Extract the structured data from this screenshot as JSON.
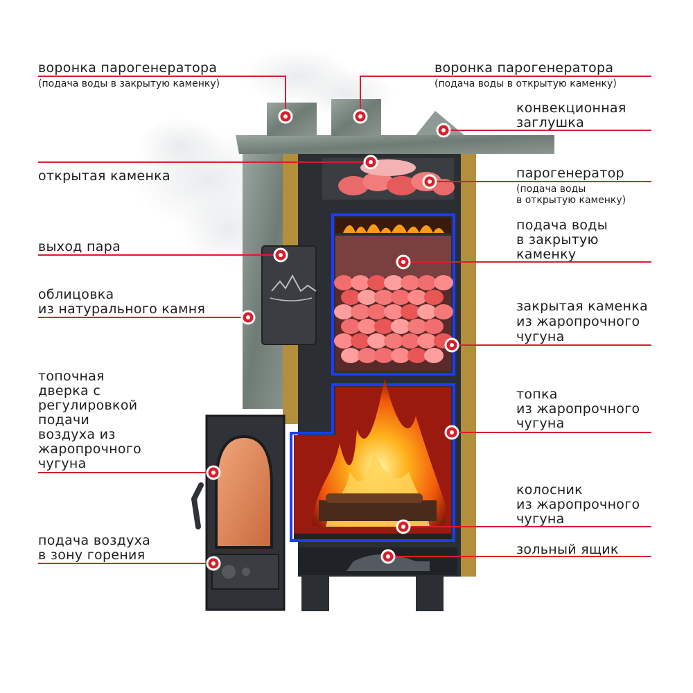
{
  "colors": {
    "line": "#d81e2c",
    "steel": "#2b2e33",
    "flame": "#ff9a1a",
    "stone": "#e65a5a",
    "outline": "#1b3cff",
    "insulation": "#b38f3c",
    "cladding": "#7c8a83"
  },
  "labels": {
    "funnel_left": {
      "title": "воронка парогенератора",
      "note": "(подача воды в закрытую каменку)"
    },
    "funnel_right": {
      "title": "воронка парогенератора",
      "note": "(подача воды в открытую каменку)"
    },
    "convection_plug": [
      "конвекционная",
      "заглушка"
    ],
    "open_heater": "открытая каменка",
    "steam_generator": {
      "title": "парогенератор",
      "note": [
        "(подача воды",
        "в открытую каменку)"
      ]
    },
    "steam_outlet": "выход пара",
    "water_supply_closed": [
      "подача воды",
      "в закрытую",
      "каменку"
    ],
    "stone_cladding": [
      "облицовка",
      "из натурального камня"
    ],
    "closed_heater": [
      "закрытая каменка",
      "из жаропрочного",
      "чугуна"
    ],
    "firebox_door": [
      "топочная",
      "дверка с",
      "регулировкой",
      "подачи",
      "воздуха из",
      "жаропрочного",
      "чугуна"
    ],
    "firebox": [
      "топка",
      "из жаропрочного",
      "чугуна"
    ],
    "grate": [
      "колосник",
      "из жаропрочного",
      "чугуна"
    ],
    "air_supply": [
      "подача воздуха",
      "в зону горения"
    ],
    "ash_box": "зольный ящик"
  }
}
